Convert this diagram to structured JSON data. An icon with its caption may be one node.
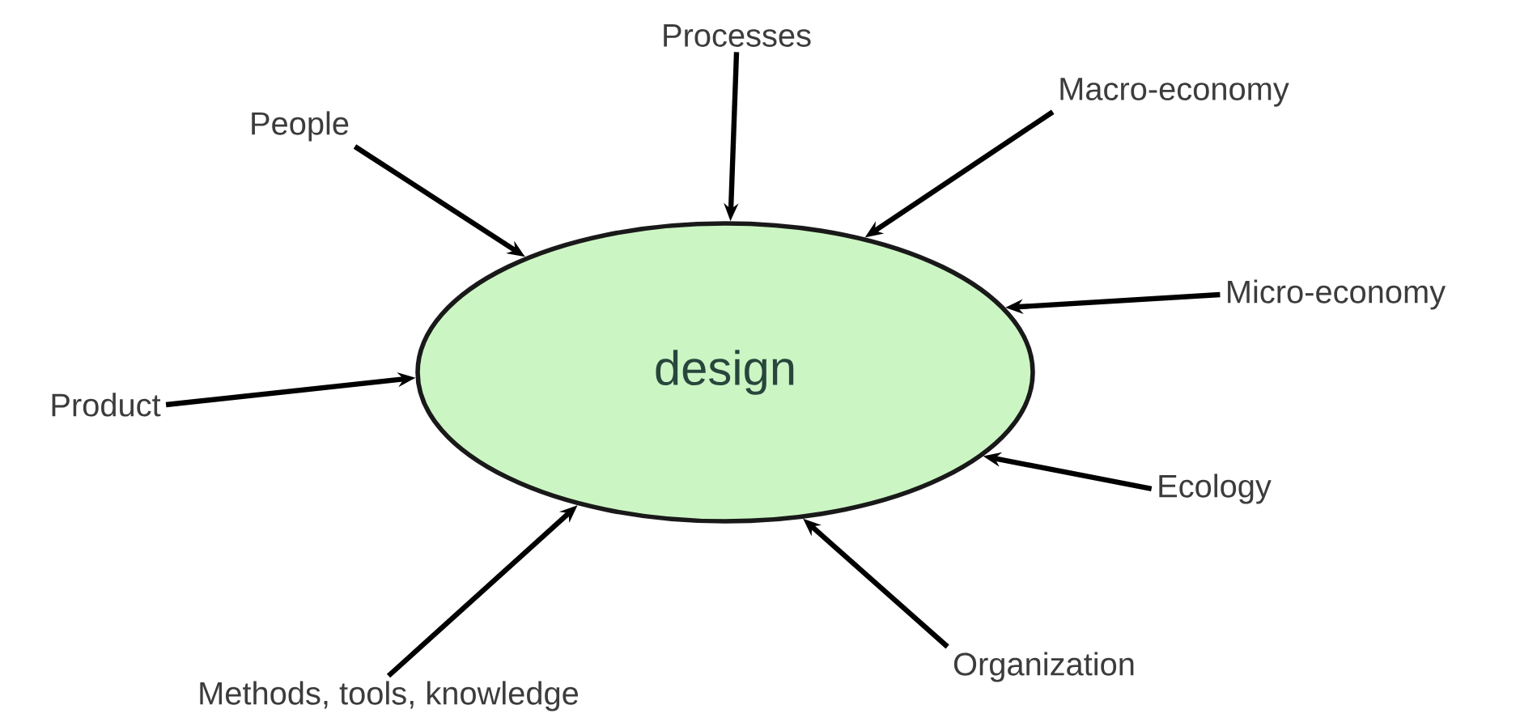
{
  "diagram": {
    "nodes": [
      {
        "text": [
          "design"
        ]
      },
      {
        "text": [
          "People"
        ]
      },
      {
        "text": [
          "Processes"
        ]
      },
      {
        "text": [
          "Macro-economy"
        ]
      },
      {
        "text": [
          "Micro-economy"
        ]
      },
      {
        "text": [
          "Product"
        ]
      },
      {
        "text": [
          "Ecology"
        ]
      },
      {
        "text": [
          "Methods, tools, knowledge"
        ]
      },
      {
        "text": [
          "Organization"
        ]
      }
    ],
    "edges": [
      {
        "from": 1,
        "to": 0,
        "arrow": "to"
      },
      {
        "from": 2,
        "to": 0,
        "arrow": "to"
      },
      {
        "from": 3,
        "to": 0,
        "arrow": "to"
      },
      {
        "from": 4,
        "to": 0,
        "arrow": "to"
      },
      {
        "from": 5,
        "to": 0,
        "arrow": "to"
      },
      {
        "from": 6,
        "to": 0,
        "arrow": "to"
      },
      {
        "from": 7,
        "to": 0,
        "arrow": "to"
      },
      {
        "from": 8,
        "to": 0,
        "arrow": "to"
      }
    ]
  }
}
